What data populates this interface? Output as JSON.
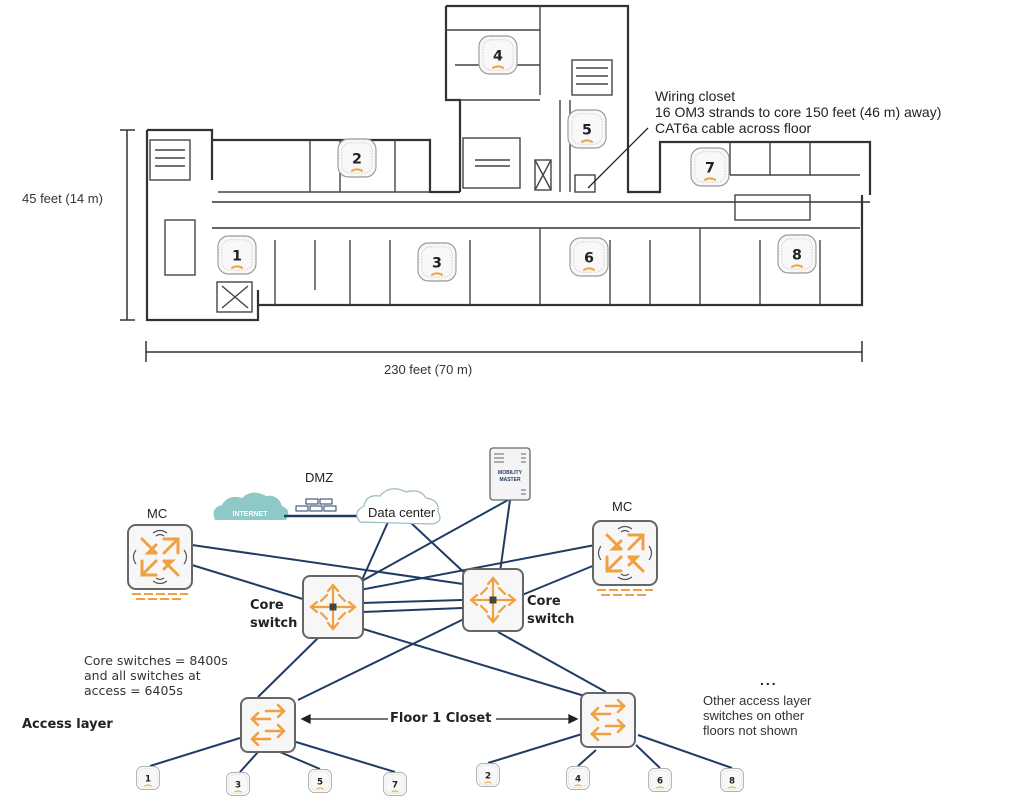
{
  "floorplan": {
    "height_label": "45 feet (14 m)",
    "width_label": "230 feet (70 m)",
    "wiring_closet_note": {
      "line1": "Wiring closet",
      "line2": "16 OM3 strands to core 150 feet (46 m) away)",
      "line3": "CAT6a cable across floor"
    },
    "access_points": [
      "1",
      "2",
      "3",
      "4",
      "5",
      "6",
      "7",
      "8"
    ]
  },
  "topology": {
    "internet_label": "INTERNET",
    "dmz_label": "DMZ",
    "datacenter_label": "Data center",
    "mobility_master_label": [
      "MOBILITY",
      "MASTER"
    ],
    "mc_left_label": "MC",
    "mc_right_label": "MC",
    "core_left_label": [
      "Core",
      "switch"
    ],
    "core_right_label": [
      "Core",
      "switch"
    ],
    "switch_note": "Core switches = 8400s\nand all switches at\naccess = 6405s",
    "access_layer_label": "Access layer",
    "floor_closet_label": "Floor 1 Closet",
    "ellipsis": "...",
    "other_note": "Other access layer\nswitches on other\nfloors not shown",
    "left_aps": [
      "1",
      "3",
      "5",
      "7"
    ],
    "right_aps": [
      "2",
      "4",
      "6",
      "8"
    ]
  },
  "colors": {
    "link": "#1f3d64",
    "orange": "#f0a040",
    "cloud_internet": "#8ec9c8",
    "device_border": "#666666",
    "wall": "#333333"
  }
}
